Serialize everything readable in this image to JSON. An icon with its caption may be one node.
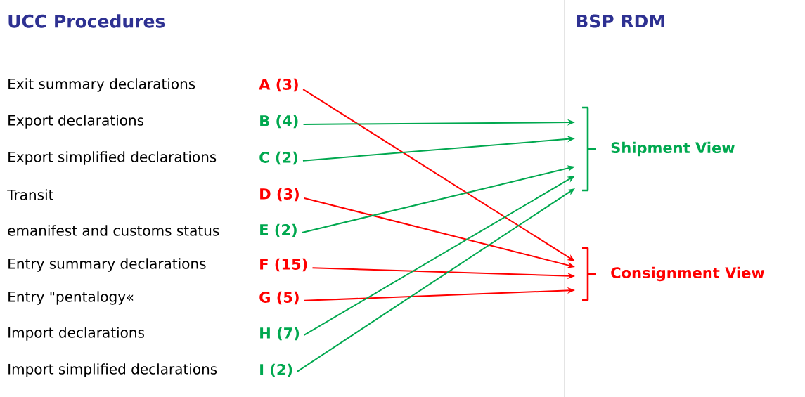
{
  "diagram": {
    "title": "UCC Procedures",
    "nodes": [
      {
        "text": [
          "A (3)"
        ]
      },
      {
        "text": [
          "B (4)"
        ]
      },
      {
        "text": [
          "C (2)"
        ]
      },
      {
        "text": [
          "D (3)"
        ]
      },
      {
        "text": [
          "E (2)"
        ]
      },
      {
        "text": [
          "F (15)"
        ]
      },
      {
        "text": [
          "G (5)"
        ]
      },
      {
        "text": [
          "H (7)"
        ]
      },
      {
        "text": [
          "I (2)"
        ]
      },
      {
        "text": [
          "Shipment View"
        ]
      },
      {
        "text": [
          "Consignment View"
        ]
      }
    ],
    "edges": [
      {
        "from": 0,
        "to": 10,
        "arrow": "to",
        "color": "#ff0000"
      },
      {
        "from": 1,
        "to": 9,
        "arrow": "to",
        "color": "#00a84f"
      },
      {
        "from": 2,
        "to": 9,
        "arrow": "to",
        "color": "#00a84f"
      },
      {
        "from": 3,
        "to": 10,
        "arrow": "to",
        "color": "#ff0000"
      },
      {
        "from": 4,
        "to": 9,
        "arrow": "to",
        "color": "#00a84f"
      },
      {
        "from": 5,
        "to": 10,
        "arrow": "to",
        "color": "#ff0000"
      },
      {
        "from": 6,
        "to": 10,
        "arrow": "to",
        "color": "#ff0000"
      },
      {
        "from": 7,
        "to": 9,
        "arrow": "to",
        "color": "#00a84f"
      },
      {
        "from": 8,
        "to": 9,
        "arrow": "to",
        "color": "#00a84f"
      }
    ],
    "labels": [
      "BSP RDM",
      "Exit summary declarations",
      "Export declarations",
      "Export simplified declarations",
      "Transit",
      "emanifest and customs status",
      "Entry summary declarations",
      "Entry \"pentalogy«",
      "Import declarations",
      "Import simplified declarations"
    ]
  }
}
